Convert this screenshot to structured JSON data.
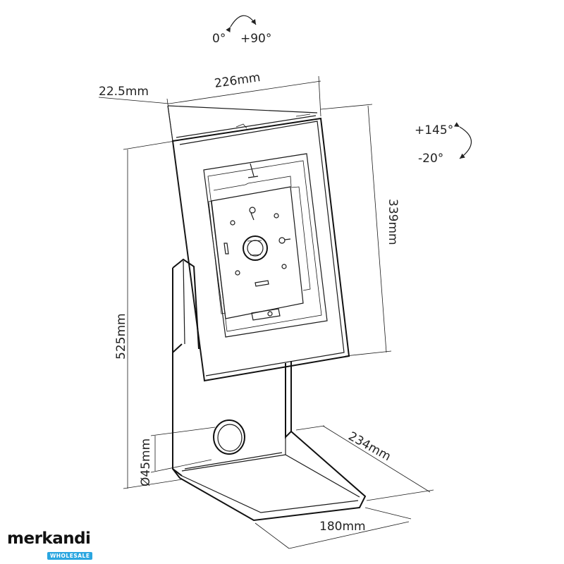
{
  "dimensions": {
    "rotation_left": "0°",
    "rotation_right": "+90°",
    "offset": "22.5mm",
    "width": "226mm",
    "height_panel": "339mm",
    "tilt_up": "+145°",
    "tilt_down": "-20°",
    "height_total": "525mm",
    "cable_hole": "Ø45mm",
    "depth": "234mm",
    "base_width": "180mm"
  },
  "logo": {
    "name": "merkandi",
    "tagline": "WHOLESALE"
  }
}
